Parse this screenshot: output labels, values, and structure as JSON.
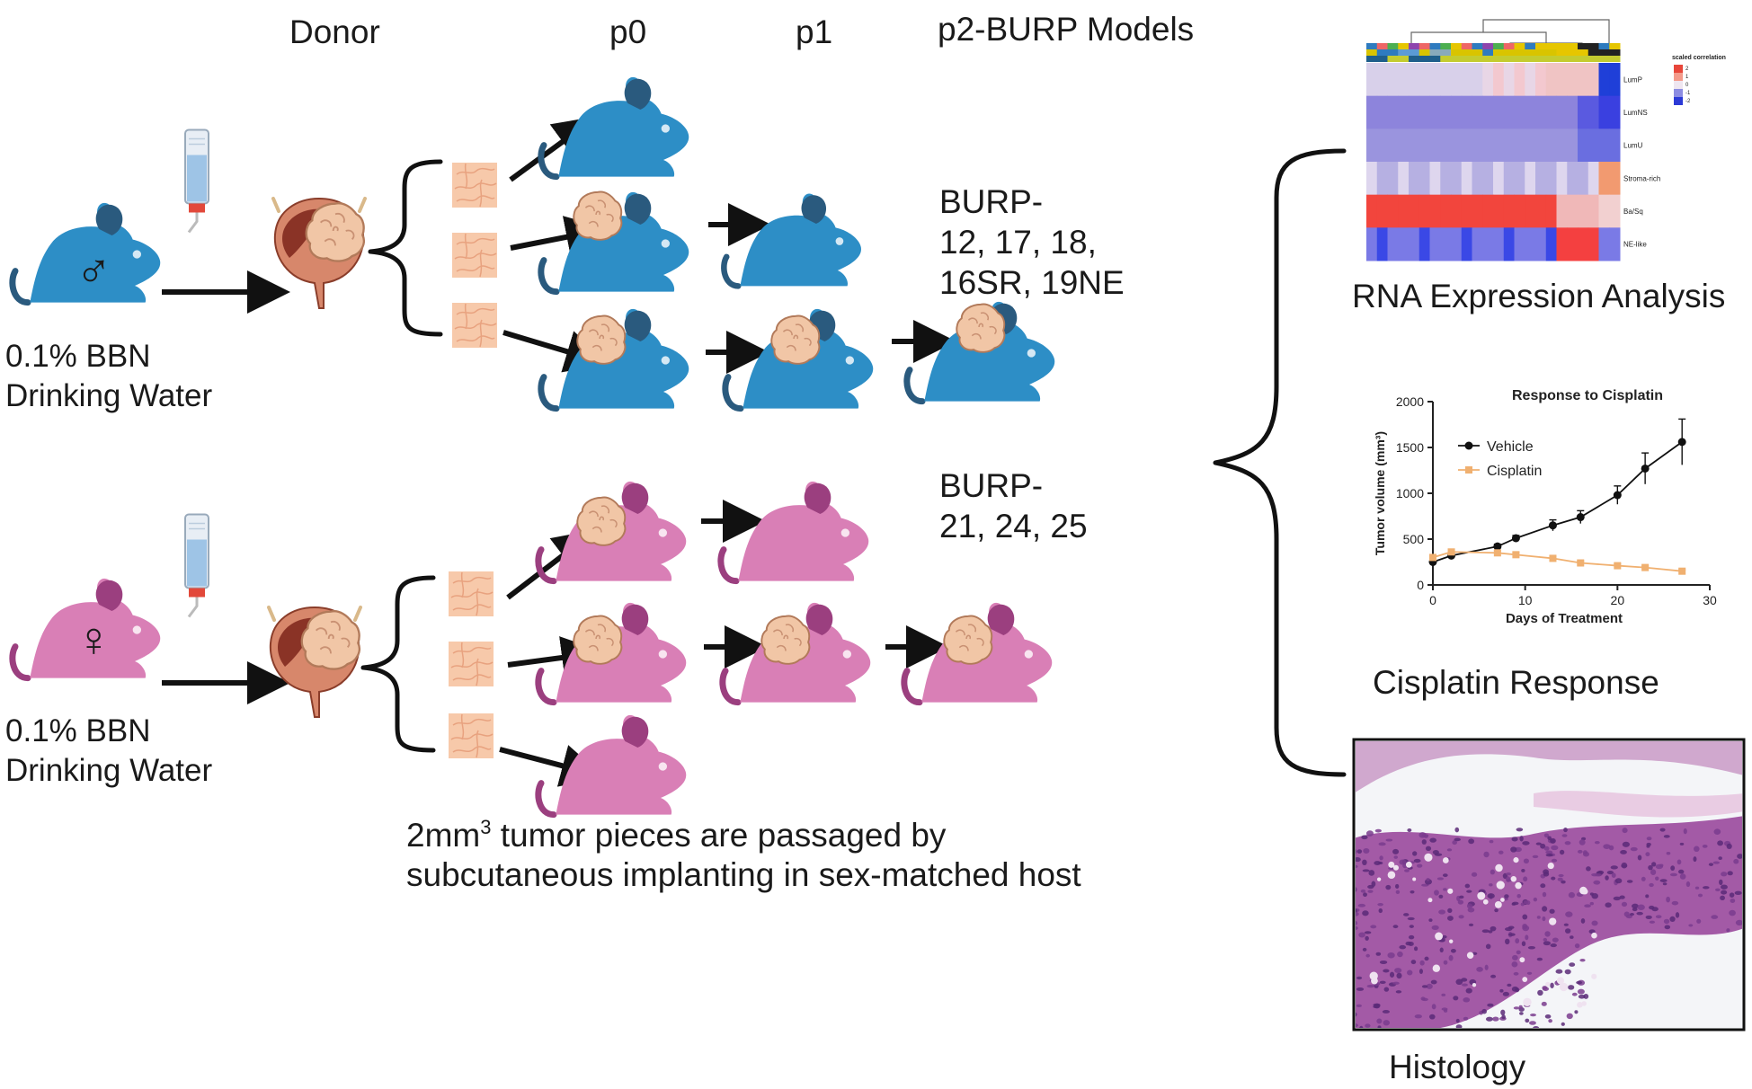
{
  "headers": {
    "donor": "Donor",
    "p0": "p0",
    "p1": "p1",
    "p2": "p2-BURP Models"
  },
  "male": {
    "symbol": "♂",
    "treatment_line1": "0.1% BBN",
    "treatment_line2": "Drinking Water",
    "models_line1": "BURP-",
    "models_line2": "12, 17, 18,",
    "models_line3": "16SR, 19NE"
  },
  "female": {
    "symbol": "♀",
    "treatment_line1": "0.1% BBN",
    "treatment_line2": "Drinking Water",
    "models_line1": "BURP-",
    "models_line2": "21, 24, 25"
  },
  "caption": {
    "line1_prefix": "2mm",
    "line1_sup": "3",
    "line1_suffix": " tumor pieces are passaged by",
    "line2": "subcutaneous implanting in sex-matched host"
  },
  "analyses": {
    "rna_label": "RNA Expression Analysis",
    "cisplatin_label": "Cisplatin Response",
    "histology_label": "Histology"
  },
  "heatmap": {
    "legend_title": "scaled correlation",
    "legend_ticks": [
      "2",
      "1",
      "0",
      "-1",
      "-2"
    ],
    "row_labels": [
      "LumP",
      "LumNS",
      "LumU",
      "Stroma-rich",
      "Ba/Sq",
      "NE-like"
    ]
  },
  "colors": {
    "male_mouse": "#2d8ec6",
    "male_mouse_dark": "#2a5a7e",
    "female_mouse": "#d97fb6",
    "female_mouse_dark": "#9b3f7f",
    "tumor": "#f1c6a6",
    "vehicle": "#111111",
    "cisplatin": "#f0b070"
  },
  "chart_data": {
    "type": "line",
    "title": "Response to Cisplatin",
    "xlabel": "Days of Treatment",
    "ylabel": "Tumor volume (mm³)",
    "xlim": [
      0,
      30
    ],
    "ylim": [
      0,
      2000
    ],
    "xticks": [
      "0",
      "10",
      "20",
      "30"
    ],
    "yticks": [
      "0",
      "500",
      "1000",
      "1500",
      "2000"
    ],
    "legend_position": "top-left",
    "grid": false,
    "series": [
      {
        "name": "Vehicle",
        "x": [
          0,
          2,
          7,
          9,
          13,
          16,
          20,
          23,
          27
        ],
        "y": [
          250,
          320,
          420,
          510,
          650,
          740,
          980,
          1270,
          1560
        ],
        "err": [
          30,
          30,
          25,
          30,
          60,
          70,
          100,
          170,
          250
        ]
      },
      {
        "name": "Cisplatin",
        "x": [
          0,
          2,
          7,
          9,
          13,
          16,
          20,
          23,
          27
        ],
        "y": [
          300,
          360,
          350,
          330,
          290,
          240,
          210,
          190,
          150
        ],
        "err": [
          30,
          30,
          25,
          25,
          20,
          20,
          20,
          15,
          15
        ]
      }
    ]
  }
}
